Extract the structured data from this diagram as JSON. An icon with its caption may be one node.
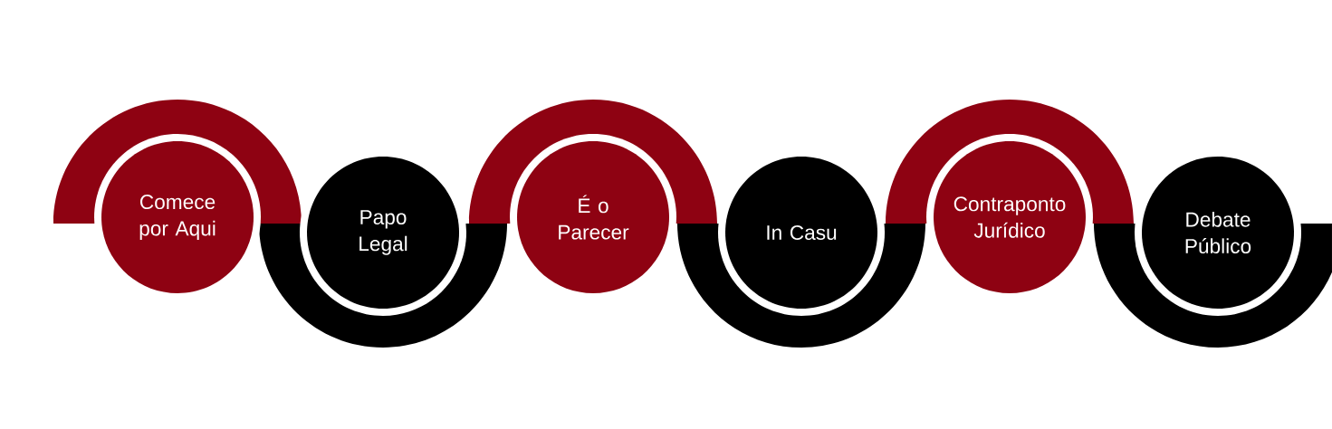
{
  "diagram": {
    "nodes": [
      {
        "text": [
          "Comece por Aqui"
        ]
      },
      {
        "text": [
          "Papo Legal"
        ]
      },
      {
        "text": [
          "É o Parecer"
        ]
      },
      {
        "text": [
          "In Casu"
        ]
      },
      {
        "text": [
          "Contraponto Jurídico"
        ]
      },
      {
        "text": [
          "Debate Público"
        ]
      },
      {
        "text": [],
        "shape": "arc"
      },
      {
        "text": [],
        "shape": "arc"
      },
      {
        "text": [],
        "shape": "arc"
      },
      {
        "text": [],
        "shape": "arc"
      },
      {
        "text": [],
        "shape": "arc"
      },
      {
        "text": [],
        "shape": "arc"
      }
    ]
  }
}
